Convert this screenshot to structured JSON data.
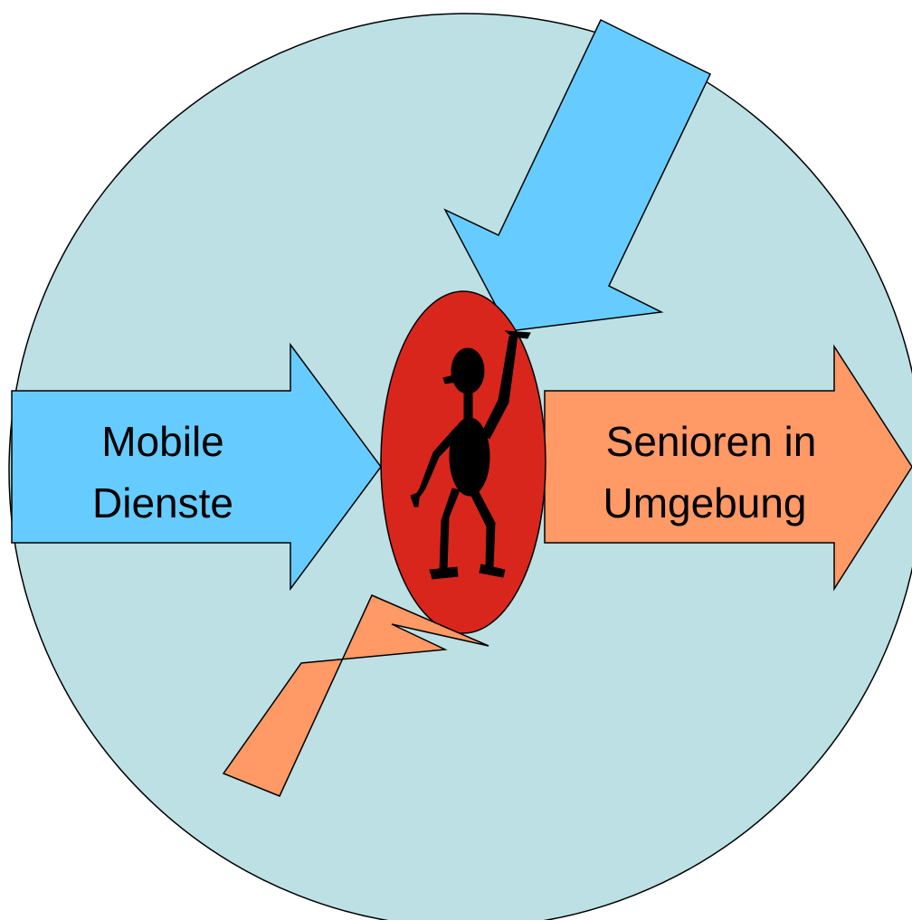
{
  "colors": {
    "background_circle": "#bce0e3",
    "center_ellipse": "#d9261c",
    "inbound_arrow": "#66ccff",
    "outbound_arrow": "#ff9966",
    "figure": "#000000",
    "outline": "#000000"
  },
  "arrows": {
    "left_inbound": {
      "line1": "Mobile",
      "line2": "Dienste"
    },
    "right_outbound": {
      "line1": "Senioren in",
      "line2": "Umgebung"
    }
  },
  "icons": {
    "figure": "waving-person-icon"
  }
}
